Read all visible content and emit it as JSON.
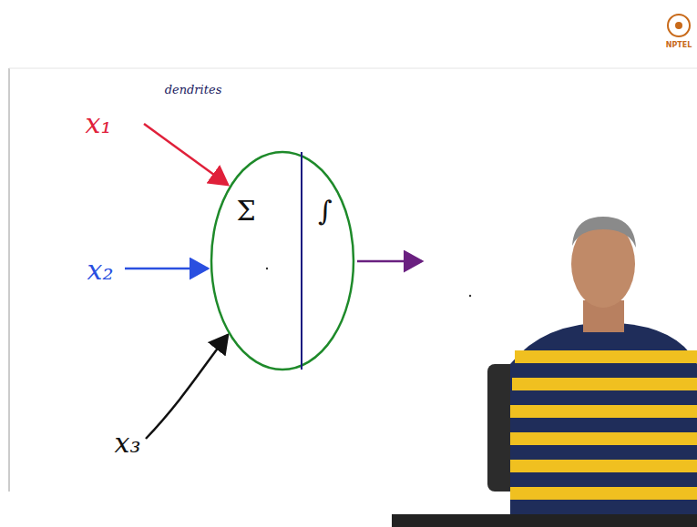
{
  "diagram": {
    "nodes": [
      {
        "text": [
          "Σ",
          "∫"
        ]
      }
    ],
    "labels": [
      "dendrites",
      "x₁",
      "x₂",
      "x₃",
      "NPTEL"
    ]
  }
}
